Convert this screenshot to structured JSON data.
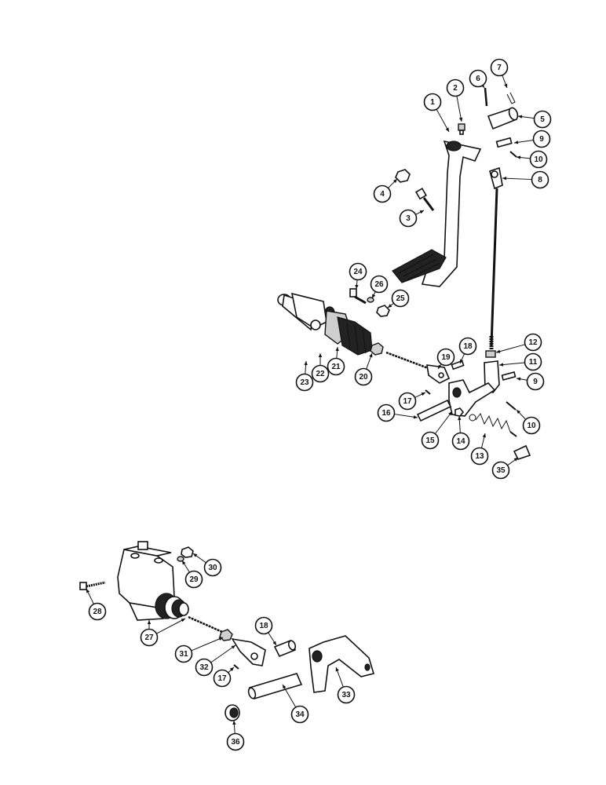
{
  "callouts": [
    {
      "id": "c1",
      "label": "1"
    },
    {
      "id": "c2",
      "label": "2"
    },
    {
      "id": "c3",
      "label": "3"
    },
    {
      "id": "c4",
      "label": "4"
    },
    {
      "id": "c5",
      "label": "5"
    },
    {
      "id": "c6",
      "label": "6"
    },
    {
      "id": "c7",
      "label": "7"
    },
    {
      "id": "c8",
      "label": "8"
    },
    {
      "id": "c9a",
      "label": "9"
    },
    {
      "id": "c9b",
      "label": "9"
    },
    {
      "id": "c10a",
      "label": "10"
    },
    {
      "id": "c10b",
      "label": "10"
    },
    {
      "id": "c11",
      "label": "11"
    },
    {
      "id": "c12",
      "label": "12"
    },
    {
      "id": "c13",
      "label": "13"
    },
    {
      "id": "c14",
      "label": "14"
    },
    {
      "id": "c15",
      "label": "15"
    },
    {
      "id": "c16",
      "label": "16"
    },
    {
      "id": "c17a",
      "label": "17"
    },
    {
      "id": "c17b",
      "label": "17"
    },
    {
      "id": "c18a",
      "label": "18"
    },
    {
      "id": "c18b",
      "label": "18"
    },
    {
      "id": "c19",
      "label": "19"
    },
    {
      "id": "c20",
      "label": "20"
    },
    {
      "id": "c21",
      "label": "21"
    },
    {
      "id": "c22",
      "label": "22"
    },
    {
      "id": "c23",
      "label": "23"
    },
    {
      "id": "c24",
      "label": "24"
    },
    {
      "id": "c25",
      "label": "25"
    },
    {
      "id": "c26",
      "label": "26"
    },
    {
      "id": "c27",
      "label": "27"
    },
    {
      "id": "c28",
      "label": "28"
    },
    {
      "id": "c29",
      "label": "29"
    },
    {
      "id": "c30",
      "label": "30"
    },
    {
      "id": "c31",
      "label": "31"
    },
    {
      "id": "c32",
      "label": "32"
    },
    {
      "id": "c33",
      "label": "33"
    },
    {
      "id": "c34",
      "label": "34"
    },
    {
      "id": "c35",
      "label": "35"
    },
    {
      "id": "c36",
      "label": "36"
    }
  ]
}
